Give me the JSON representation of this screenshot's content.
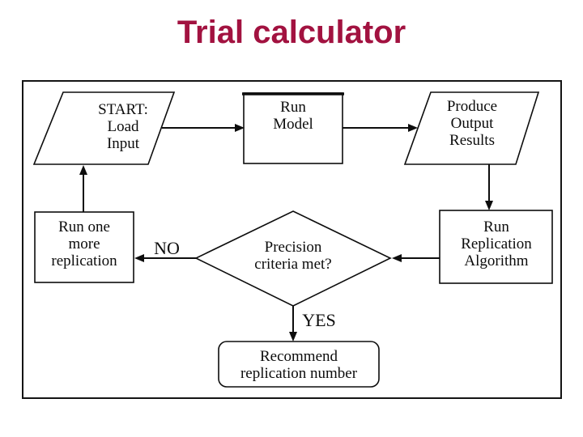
{
  "title": "Trial calculator",
  "colors": {
    "title": "#A21240",
    "ink": "#0d0d0d",
    "background": "#ffffff"
  },
  "flowchart": {
    "nodes": {
      "start": {
        "shape": "parallelogram",
        "lines": [
          "START:",
          "Load",
          "Input"
        ]
      },
      "run_model": {
        "shape": "rectangle",
        "lines": [
          "Run",
          "Model"
        ]
      },
      "produce_output": {
        "shape": "parallelogram",
        "lines": [
          "Produce",
          "Output",
          "Results"
        ]
      },
      "run_one_more": {
        "shape": "rectangle",
        "lines": [
          "Run one",
          "more",
          "replication"
        ]
      },
      "decision": {
        "shape": "diamond",
        "lines": [
          "Precision",
          "criteria met?"
        ]
      },
      "run_replication": {
        "shape": "rectangle",
        "lines": [
          "Run",
          "Replication",
          "Algorithm"
        ]
      },
      "recommend": {
        "shape": "rounded-rectangle",
        "lines": [
          "Recommend",
          "replication number"
        ]
      }
    },
    "edge_labels": {
      "no": "NO",
      "yes": "YES"
    }
  }
}
